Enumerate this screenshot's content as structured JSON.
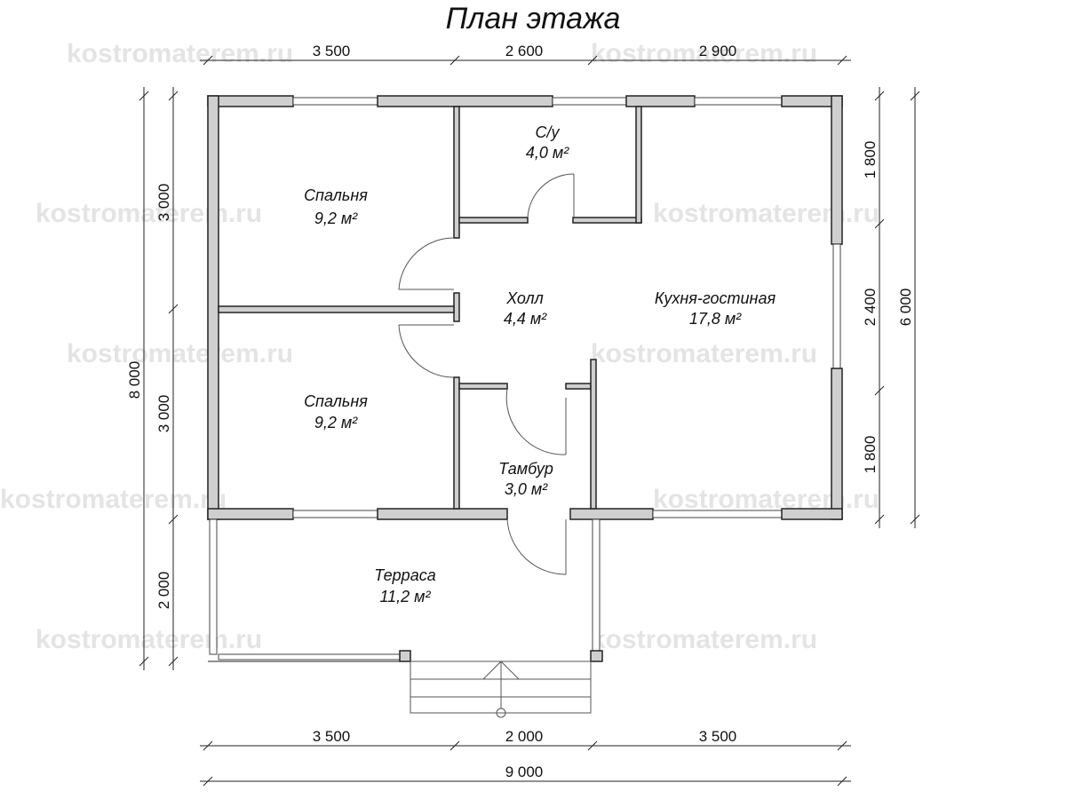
{
  "title": "План этажа",
  "watermark": "kostromaterem.ru",
  "rooms": [
    {
      "name": "Спальня",
      "area": "9,2 м²"
    },
    {
      "name": "С/у",
      "area": "4,0 м²"
    },
    {
      "name": "Холл",
      "area": "4,4 м²"
    },
    {
      "name": "Кухня-гостиная",
      "area": "17,8 м²"
    },
    {
      "name": "Спальня",
      "area": "9,2 м²"
    },
    {
      "name": "Тамбур",
      "area": "3,0 м²"
    },
    {
      "name": "Терраса",
      "area": "11,2 м²"
    }
  ],
  "dimensions": {
    "top": [
      "3 500",
      "2 600",
      "2 900"
    ],
    "left_total": "8 000",
    "left": [
      "3 000",
      "3 000",
      "2 000"
    ],
    "right": [
      "1 800",
      "2 400",
      "1 800"
    ],
    "right_total": "6 000",
    "bottom": [
      "3 500",
      "2 000",
      "3 500"
    ],
    "bottom_total": "9 000"
  }
}
